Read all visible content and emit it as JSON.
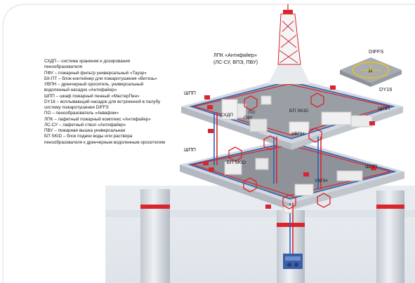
{
  "legend": [
    "СХДП – система хранения и дозирования",
    "пенообразователя",
    "ПФУ – пожарный фильтр универсальный «Тауэр»",
    "БК-ПТ – блок-контейнер для пожаротушения «Витязь»",
    "УВПН – дренчерный ороситель, универсальный",
    "водоленный насадок «Антифайер»",
    "ШПП – шкаф пожарный пенный «МастерПен»",
    "DY16 – всплывающий насадок для встроенной в палубу",
    "систему пожаротушения DIFFS",
    "ПО – пенообразователь «Аквафом»",
    "ЛПК – лафетный пожарный комплекс «Антифайер»",
    "ЛС-СУ – лафетный ствол «Антифайер»",
    "ПВУ – пожарная вышка универсальная",
    "БП SKID – блок подачи воды или раствора",
    "пенообразователя к дренчерным водоленным оросителям"
  ],
  "labels": {
    "lpk_title": "ЛПК «Антифайер»",
    "lpk_sub": "(ЛС-СУ, ВПЭ, ПВУ)",
    "diffs": "DIFFS",
    "dy16": "DY16",
    "shpp_upper_left": "ШПП",
    "shpp_upper_right": "ШПП",
    "shpp_lower_left": "ШПП",
    "shpp_lower_right": "ШПП",
    "shdp": "СХДП",
    "po": "ПО",
    "pfu": "ПФУ",
    "bp_skid_upper": "БП SKID",
    "bp_skid_lower": "БП SKID",
    "uvpn_upper": "УВПН",
    "uvpn_lower": "УВПН",
    "helipad_mark": "H"
  },
  "colors": {
    "deck_top": "#9a9a9a",
    "deck_frame": "#d4d4d4",
    "pipe_red": "#d9262c",
    "pipe_blue": "#2f5fb8",
    "sea": "#e4e9ee",
    "helipad": "#a7abb2",
    "helipad_ring": "#e8c21c",
    "leg": "#c9ced6"
  }
}
